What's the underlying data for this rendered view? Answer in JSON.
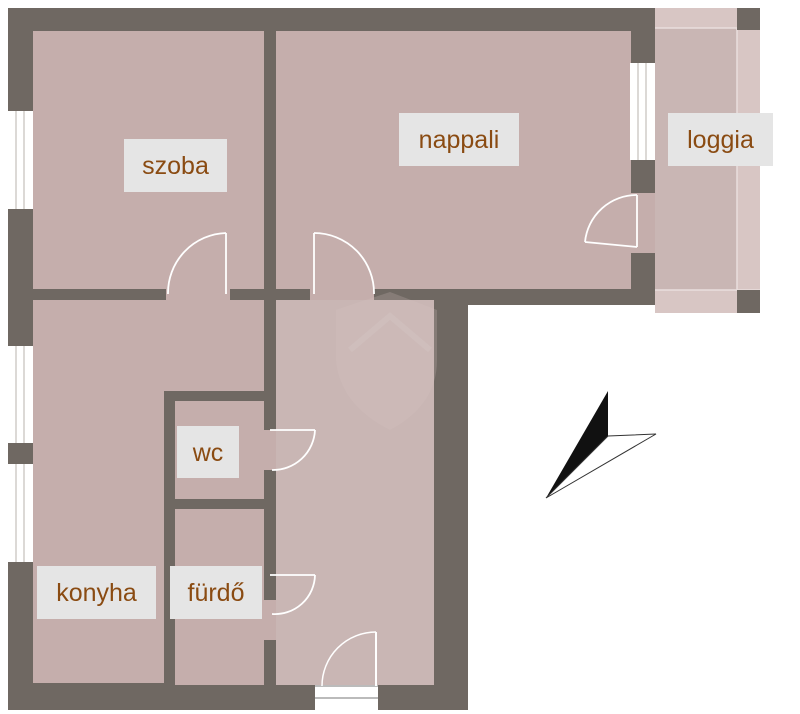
{
  "floor_plan": {
    "rooms": [
      {
        "id": "szoba",
        "label": "szoba"
      },
      {
        "id": "nappali",
        "label": "nappali"
      },
      {
        "id": "loggia",
        "label": "loggia"
      },
      {
        "id": "wc",
        "label": "wc"
      },
      {
        "id": "konyha",
        "label": "konyha"
      },
      {
        "id": "furdo",
        "label": "fürdő"
      }
    ]
  },
  "colors": {
    "wall": "#6f6862",
    "floor_room": "#c5aeac",
    "floor_hall": "#c9b6b4",
    "loggia": "#d8c6c4",
    "label_box": "#e5e5e5",
    "label_text": "#8a4b12",
    "compass": "#111111"
  }
}
